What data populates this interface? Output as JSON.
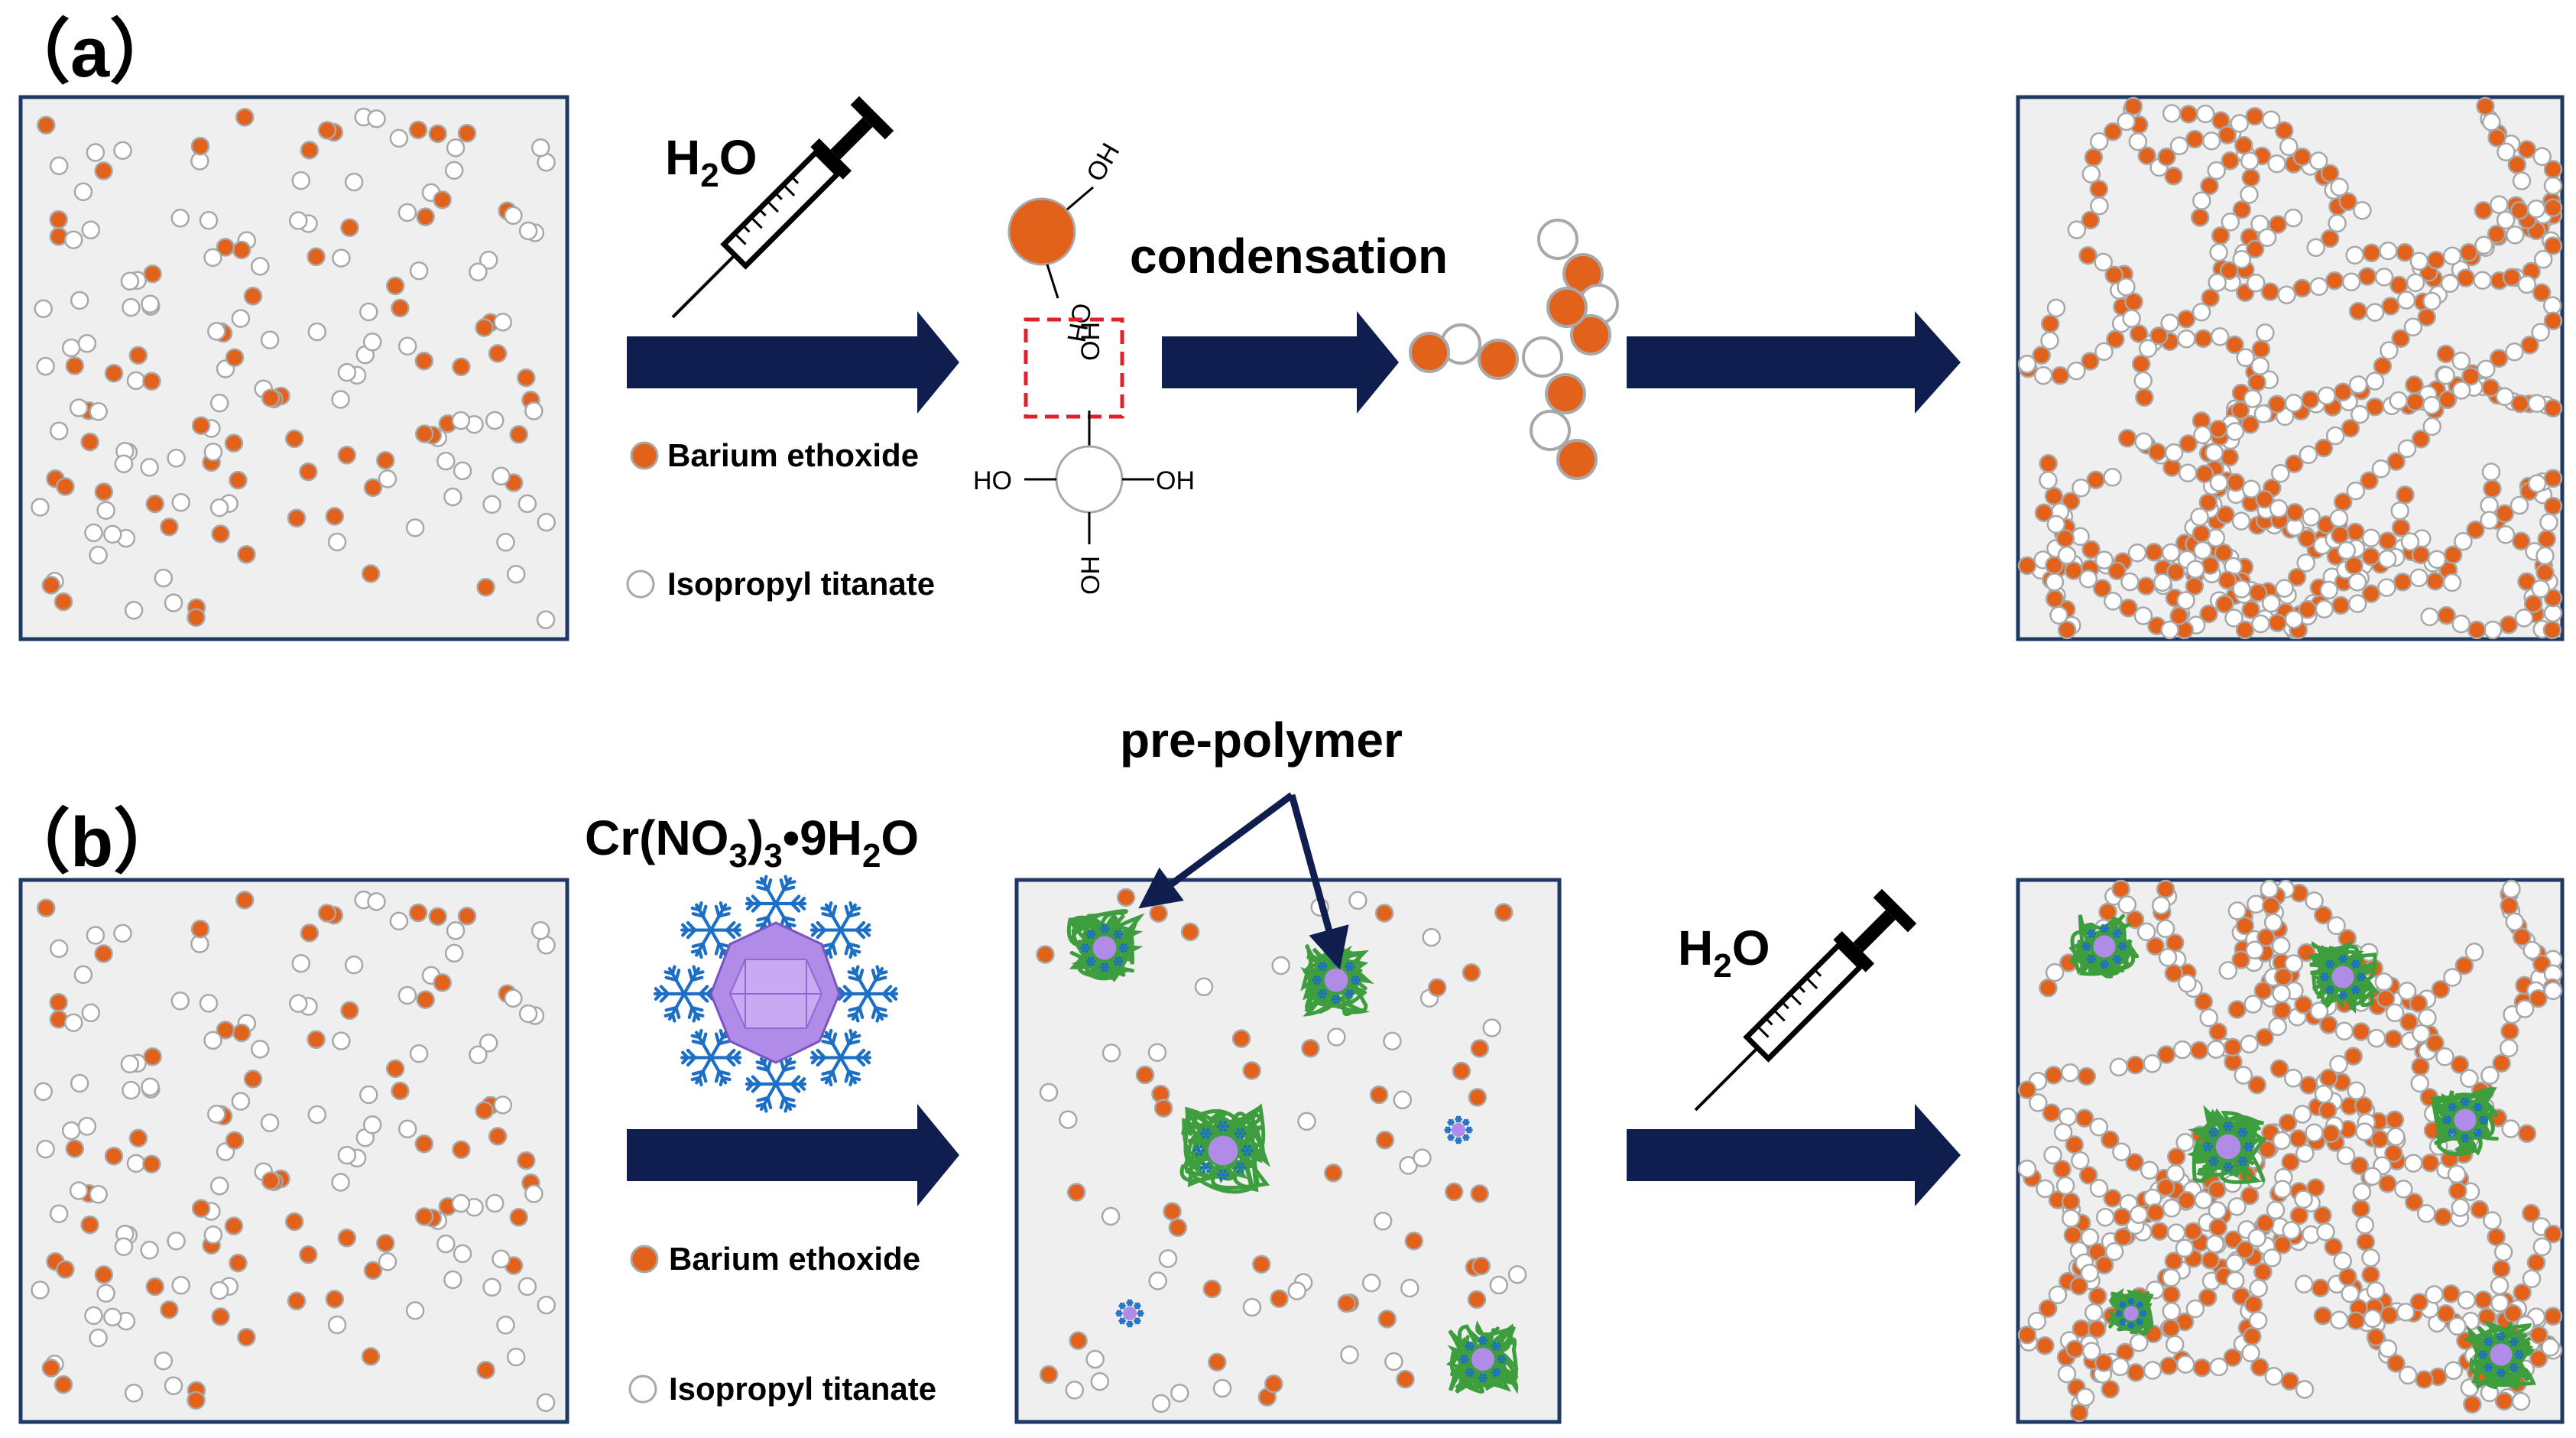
{
  "panels": {
    "a": {
      "label": "（a）",
      "reagent_main": "H",
      "reagent_sub": "2",
      "reagent_tail": "O",
      "legend": [
        "Barium ethoxide",
        "Isopropyl titanate"
      ],
      "step_label": "condensation",
      "hydroxyl_label": "OH",
      "hydroxyl_left_label": "HO"
    },
    "b": {
      "label": "（b）",
      "reagent_parts": [
        "Cr(NO",
        "3",
        ")",
        "3",
        "•9H",
        "2",
        "O"
      ],
      "legend": [
        "Barium ethoxide",
        "Isopropyl titanate"
      ],
      "annotation": "pre-polymer",
      "reagent2_main": "H",
      "reagent2_sub": "2",
      "reagent2_tail": "O"
    }
  },
  "colors": {
    "barium": "#E2621B",
    "titanate": "#FFFFFF",
    "outline": "#A8A8A8",
    "panel_fill": "#EFEFEF",
    "panel_border": "#1F3864",
    "arrow": "#0F1E4E",
    "polymer": "#3E9E3E",
    "crystal": "#B18BE8",
    "snowflake": "#1C6FC4",
    "dashed_box": "#E0202A"
  },
  "icons": [
    "syringe-icon",
    "crystal-icon",
    "snowflake-icon",
    "polymer-cluster-icon",
    "reaction-arrow-icon"
  ]
}
